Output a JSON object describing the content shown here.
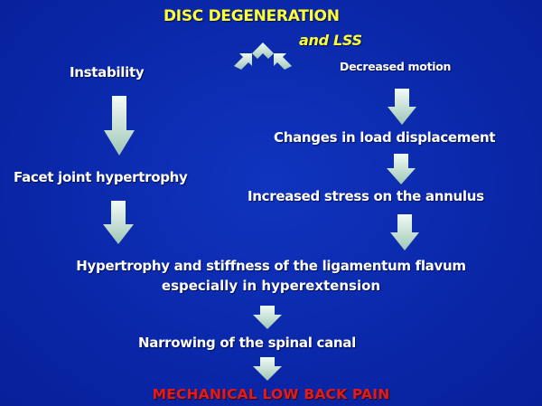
{
  "title_line1": "DISC DEGENERATION",
  "title_line2": "and LSS",
  "left_branch": {
    "step1": "Instability",
    "step2": "Facet joint hypertrophy"
  },
  "right_branch": {
    "step1": "Decreased motion",
    "step2": "Changes in load displacement",
    "step3": "Increased stress on the annulus"
  },
  "merge_line1": "Hypertrophy and stiffness of the ligamentum flavum",
  "merge_line2": "especially in hyperextension",
  "narrowing": "Narrowing of the spinal canal",
  "outcome": "MECHANICAL LOW BACK PAIN",
  "colors": {
    "background": "#0a27a8",
    "title": "#ffff33",
    "text": "#ffffff",
    "outcome": "#e11b1b",
    "arrow_light": "#f2fbf6",
    "arrow_dark": "#9ec7b6"
  }
}
